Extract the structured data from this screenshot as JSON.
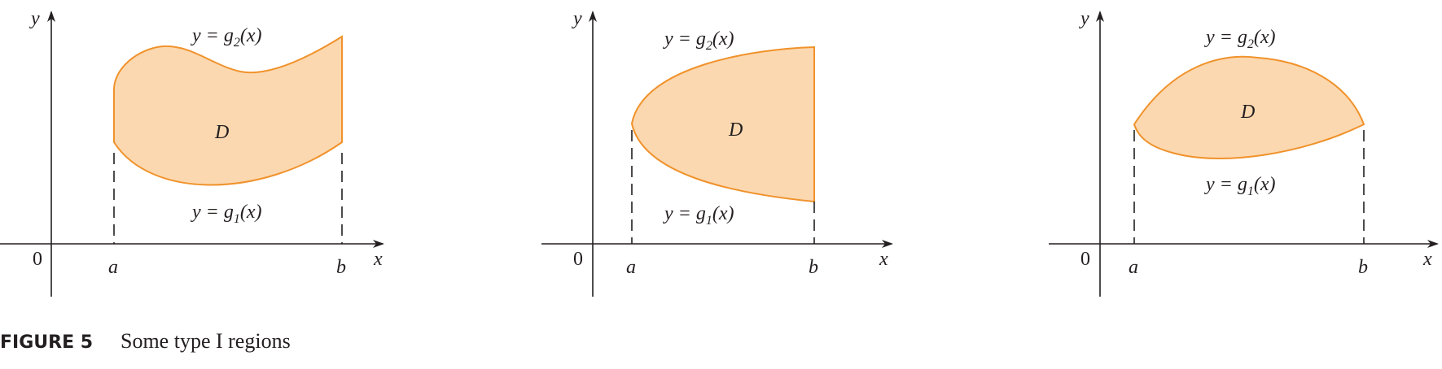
{
  "caption": {
    "label": "FIGURE 5",
    "text": "Some type I regions"
  },
  "panels": [
    {
      "y_axis": "y",
      "x_axis": "x",
      "origin": "0",
      "a": "a",
      "b": "b",
      "region": "D",
      "upper": {
        "lhs": "y = g",
        "sub": "2",
        "rhs": "(x)"
      },
      "lower": {
        "lhs": "y = g",
        "sub": "1",
        "rhs": "(x)"
      }
    },
    {
      "y_axis": "y",
      "x_axis": "x",
      "origin": "0",
      "a": "a",
      "b": "b",
      "region": "D",
      "upper": {
        "lhs": "y = g",
        "sub": "2",
        "rhs": "(x)"
      },
      "lower": {
        "lhs": "y = g",
        "sub": "1",
        "rhs": "(x)"
      }
    },
    {
      "y_axis": "y",
      "x_axis": "x",
      "origin": "0",
      "a": "a",
      "b": "b",
      "region": "D",
      "upper": {
        "lhs": "y = g",
        "sub": "2",
        "rhs": "(x)"
      },
      "lower": {
        "lhs": "y = g",
        "sub": "1",
        "rhs": "(x)"
      }
    }
  ],
  "colors": {
    "region_fill": "#fcd8b0",
    "region_stroke": "#f0922b",
    "ink": "#231f20"
  }
}
